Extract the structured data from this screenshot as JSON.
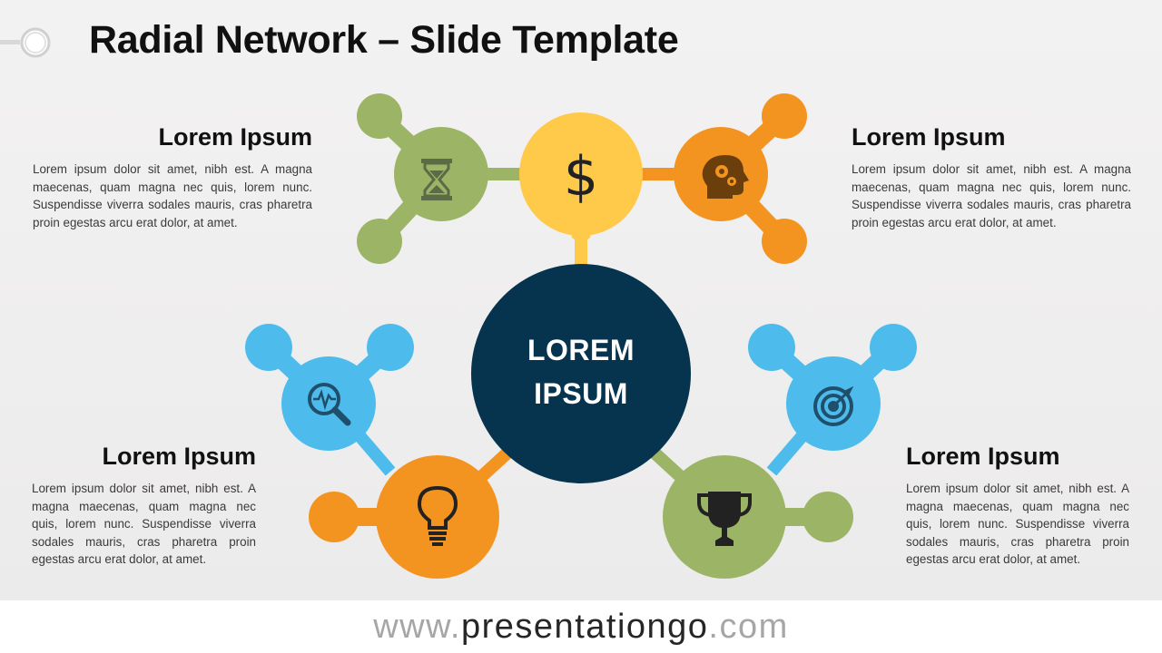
{
  "title": "Radial Network – Slide Template",
  "center": {
    "line1": "LOREM",
    "line2": "IPSUM"
  },
  "blocks": {
    "top_left": {
      "heading": "Lorem Ipsum",
      "text": "Lorem ipsum dolor sit amet, nibh est. A magna maecenas, quam magna nec quis, lorem nunc. Suspendisse viverra sodales mauris, cras pharetra proin egestas arcu erat dolor, at amet."
    },
    "top_right": {
      "heading": "Lorem Ipsum",
      "text": "Lorem ipsum dolor sit amet, nibh est. A magna maecenas, quam magna nec quis, lorem nunc. Suspendisse viverra sodales mauris, cras pharetra proin egestas arcu erat dolor, at amet."
    },
    "bottom_left": {
      "heading": "Lorem Ipsum",
      "text": "Lorem ipsum dolor sit amet, nibh est. A magna maecenas, quam magna nec quis, lorem nunc. Suspendisse viverra sodales mauris, cras pharetra proin egestas arcu erat dolor, at amet."
    },
    "bottom_right": {
      "heading": "Lorem Ipsum",
      "text": "Lorem ipsum dolor sit amet, nibh est. A magna maecenas, quam magna nec quis, lorem nunc. Suspendisse viverra sodales mauris, cras pharetra proin egestas arcu erat dolor, at amet."
    }
  },
  "footer": {
    "prefix": "www.",
    "domain": "presentationgo",
    "suffix": ".com"
  },
  "icons": [
    "hourglass-icon",
    "dollar-icon",
    "head-gears-icon",
    "analytics-magnifier-icon",
    "lightbulb-icon",
    "trophy-icon",
    "target-icon"
  ],
  "colors": {
    "navy": "#06344F",
    "green": "#9CB466",
    "yellow": "#FFC94A",
    "orange": "#F39420",
    "blue": "#4DBCEC"
  }
}
